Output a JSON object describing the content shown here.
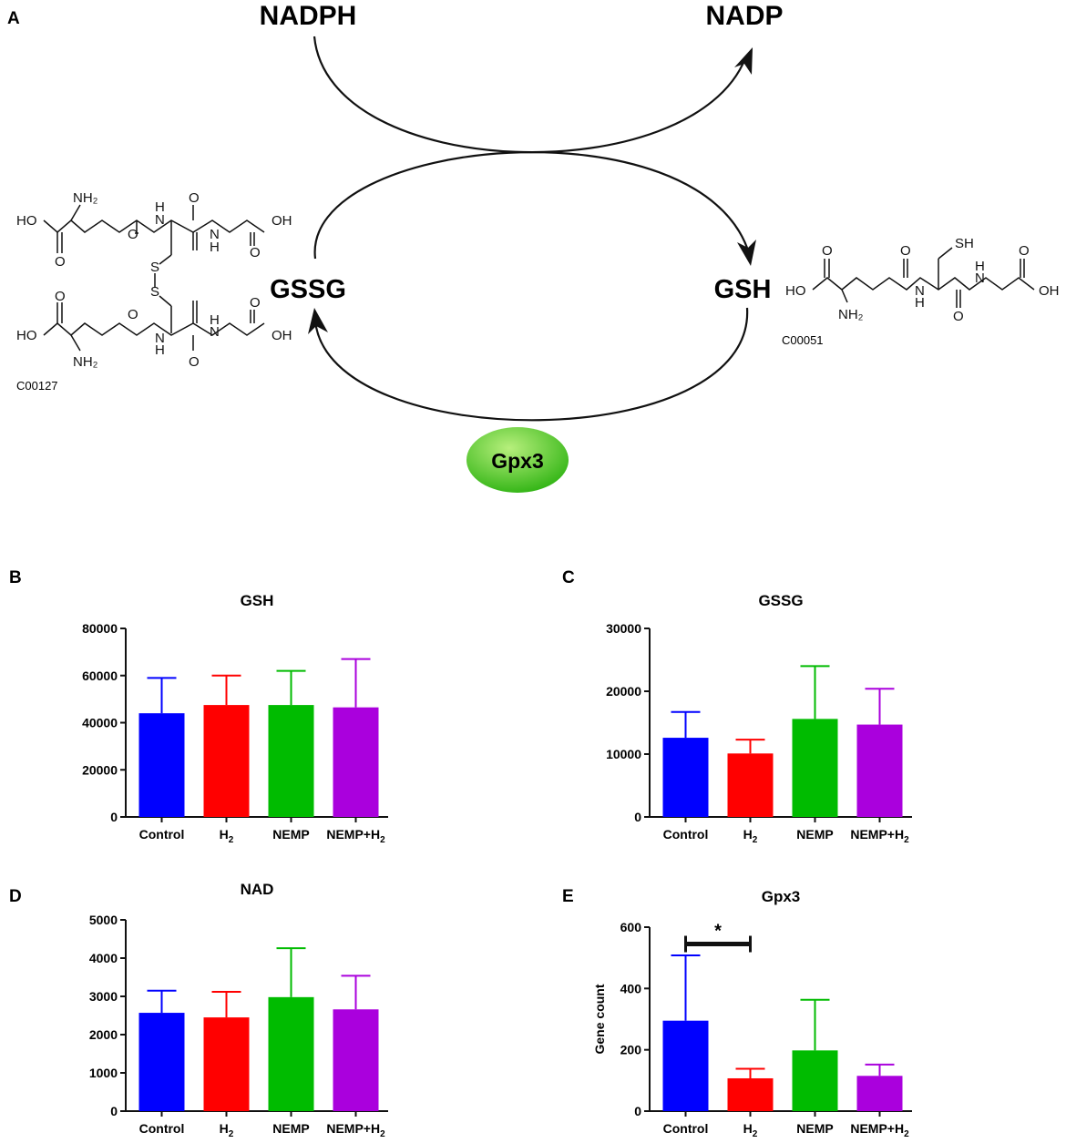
{
  "diagram": {
    "panel_letter": "A",
    "top_left_label": "NADPH",
    "top_right_label": "NADP",
    "left_label": "GSSG",
    "right_label": "GSH",
    "enzyme_label": "Gpx3",
    "left_structure_id": "C00127",
    "right_structure_id": "C00051",
    "colors": {
      "enzyme_fill": "#33b516",
      "enzyme_highlight": "#b7ef7c",
      "arrow": "#111111"
    }
  },
  "series_colors": {
    "Control": "#0000ff",
    "H2": "#ff0000",
    "NEMP": "#00bb00",
    "NEMP+H2": "#aa00dd"
  },
  "chart_data": [
    {
      "panel": "B",
      "type": "bar",
      "title": "GSH",
      "ylabel": "",
      "categories": [
        "Control",
        "H2",
        "NEMP",
        "NEMP+H2"
      ],
      "category_labels": [
        [
          "Control",
          ""
        ],
        [
          "H",
          "2"
        ],
        [
          "NEMP",
          ""
        ],
        [
          "NEMP+H",
          "2"
        ]
      ],
      "values": [
        44000,
        47500,
        47500,
        46500
      ],
      "errors": [
        15000,
        12500,
        14500,
        20500
      ],
      "ylim": [
        0,
        80000
      ],
      "yticks": [
        0,
        20000,
        40000,
        60000,
        80000
      ],
      "grid": false,
      "legend": "none"
    },
    {
      "panel": "C",
      "type": "bar",
      "title": "GSSG",
      "ylabel": "",
      "categories": [
        "Control",
        "H2",
        "NEMP",
        "NEMP+H2"
      ],
      "category_labels": [
        [
          "Control",
          ""
        ],
        [
          "H",
          "2"
        ],
        [
          "NEMP",
          ""
        ],
        [
          "NEMP+H",
          "2"
        ]
      ],
      "values": [
        12600,
        10100,
        15600,
        14700
      ],
      "errors": [
        4100,
        2200,
        8400,
        5700
      ],
      "ylim": [
        0,
        30000
      ],
      "yticks": [
        0,
        10000,
        20000,
        30000
      ],
      "grid": false,
      "legend": "none"
    },
    {
      "panel": "D",
      "type": "bar",
      "title": "NAD",
      "ylabel": "",
      "categories": [
        "Control",
        "H2",
        "NEMP",
        "NEMP+H2"
      ],
      "category_labels": [
        [
          "Control",
          ""
        ],
        [
          "H",
          "2"
        ],
        [
          "NEMP",
          ""
        ],
        [
          "NEMP+H",
          "2"
        ]
      ],
      "values": [
        2570,
        2450,
        2980,
        2660
      ],
      "errors": [
        580,
        670,
        1280,
        880
      ],
      "ylim": [
        0,
        5000
      ],
      "yticks": [
        0,
        1000,
        2000,
        3000,
        4000,
        5000
      ],
      "grid": false,
      "legend": "none"
    },
    {
      "panel": "E",
      "type": "bar",
      "title": "Gpx3",
      "ylabel": "Gene count",
      "categories": [
        "Control",
        "H2",
        "NEMP",
        "NEMP+H2"
      ],
      "category_labels": [
        [
          "Control",
          ""
        ],
        [
          "H",
          "2"
        ],
        [
          "NEMP",
          ""
        ],
        [
          "NEMP+H",
          "2"
        ]
      ],
      "values": [
        295,
        107,
        198,
        115
      ],
      "errors": [
        213,
        31,
        165,
        37
      ],
      "ylim": [
        0,
        600
      ],
      "yticks": [
        0,
        200,
        400,
        600
      ],
      "significance": {
        "from": 0,
        "to": 1,
        "value": 545,
        "label": "*"
      },
      "grid": false,
      "legend": "none"
    }
  ]
}
